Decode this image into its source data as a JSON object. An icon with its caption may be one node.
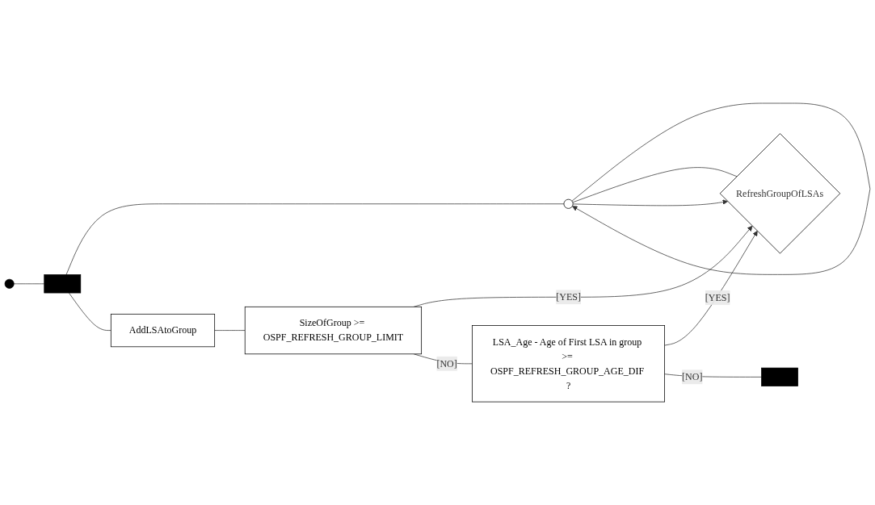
{
  "diagram": {
    "nodes": [
      {
        "text": [],
        "shape": "circle"
      },
      {
        "text": [],
        "shape": "bar"
      },
      {
        "text": [],
        "shape": "circle"
      },
      {
        "text": [
          "RefreshGroupOfLSAs"
        ]
      },
      {
        "text": [
          "AddLSAtoGroup"
        ]
      },
      {
        "text": [
          "SizeOfGroup >= OSPF_REFRESH_GROUP_LIMIT"
        ]
      },
      {
        "text": [
          "LSA_Age - Age of First LSA in group >= OSPF_REFRESH_GROUP_AGE_DIF ?"
        ]
      },
      {
        "text": [],
        "shape": "bar"
      }
    ],
    "edges": [
      {
        "from": 0,
        "to": 1,
        "arrow": "none"
      },
      {
        "from": 1,
        "to": 2,
        "arrow": "none"
      },
      {
        "from": 2,
        "to": 2,
        "arrow": "to"
      },
      {
        "from": 2,
        "to": 3,
        "arrow": "none"
      },
      {
        "from": 2,
        "to": 3,
        "arrow": "to"
      },
      {
        "from": 1,
        "to": 4,
        "arrow": "none"
      },
      {
        "from": 4,
        "to": 5,
        "arrow": "none"
      },
      {
        "from": 5,
        "to": 3,
        "label": "[YES]",
        "arrow": "to"
      },
      {
        "from": 5,
        "to": 6,
        "label": "[NO]",
        "arrow": "none"
      },
      {
        "from": 6,
        "to": 3,
        "label": "[YES]",
        "arrow": "to"
      },
      {
        "from": 6,
        "to": 7,
        "label": "[NO]",
        "arrow": "none"
      }
    ]
  }
}
